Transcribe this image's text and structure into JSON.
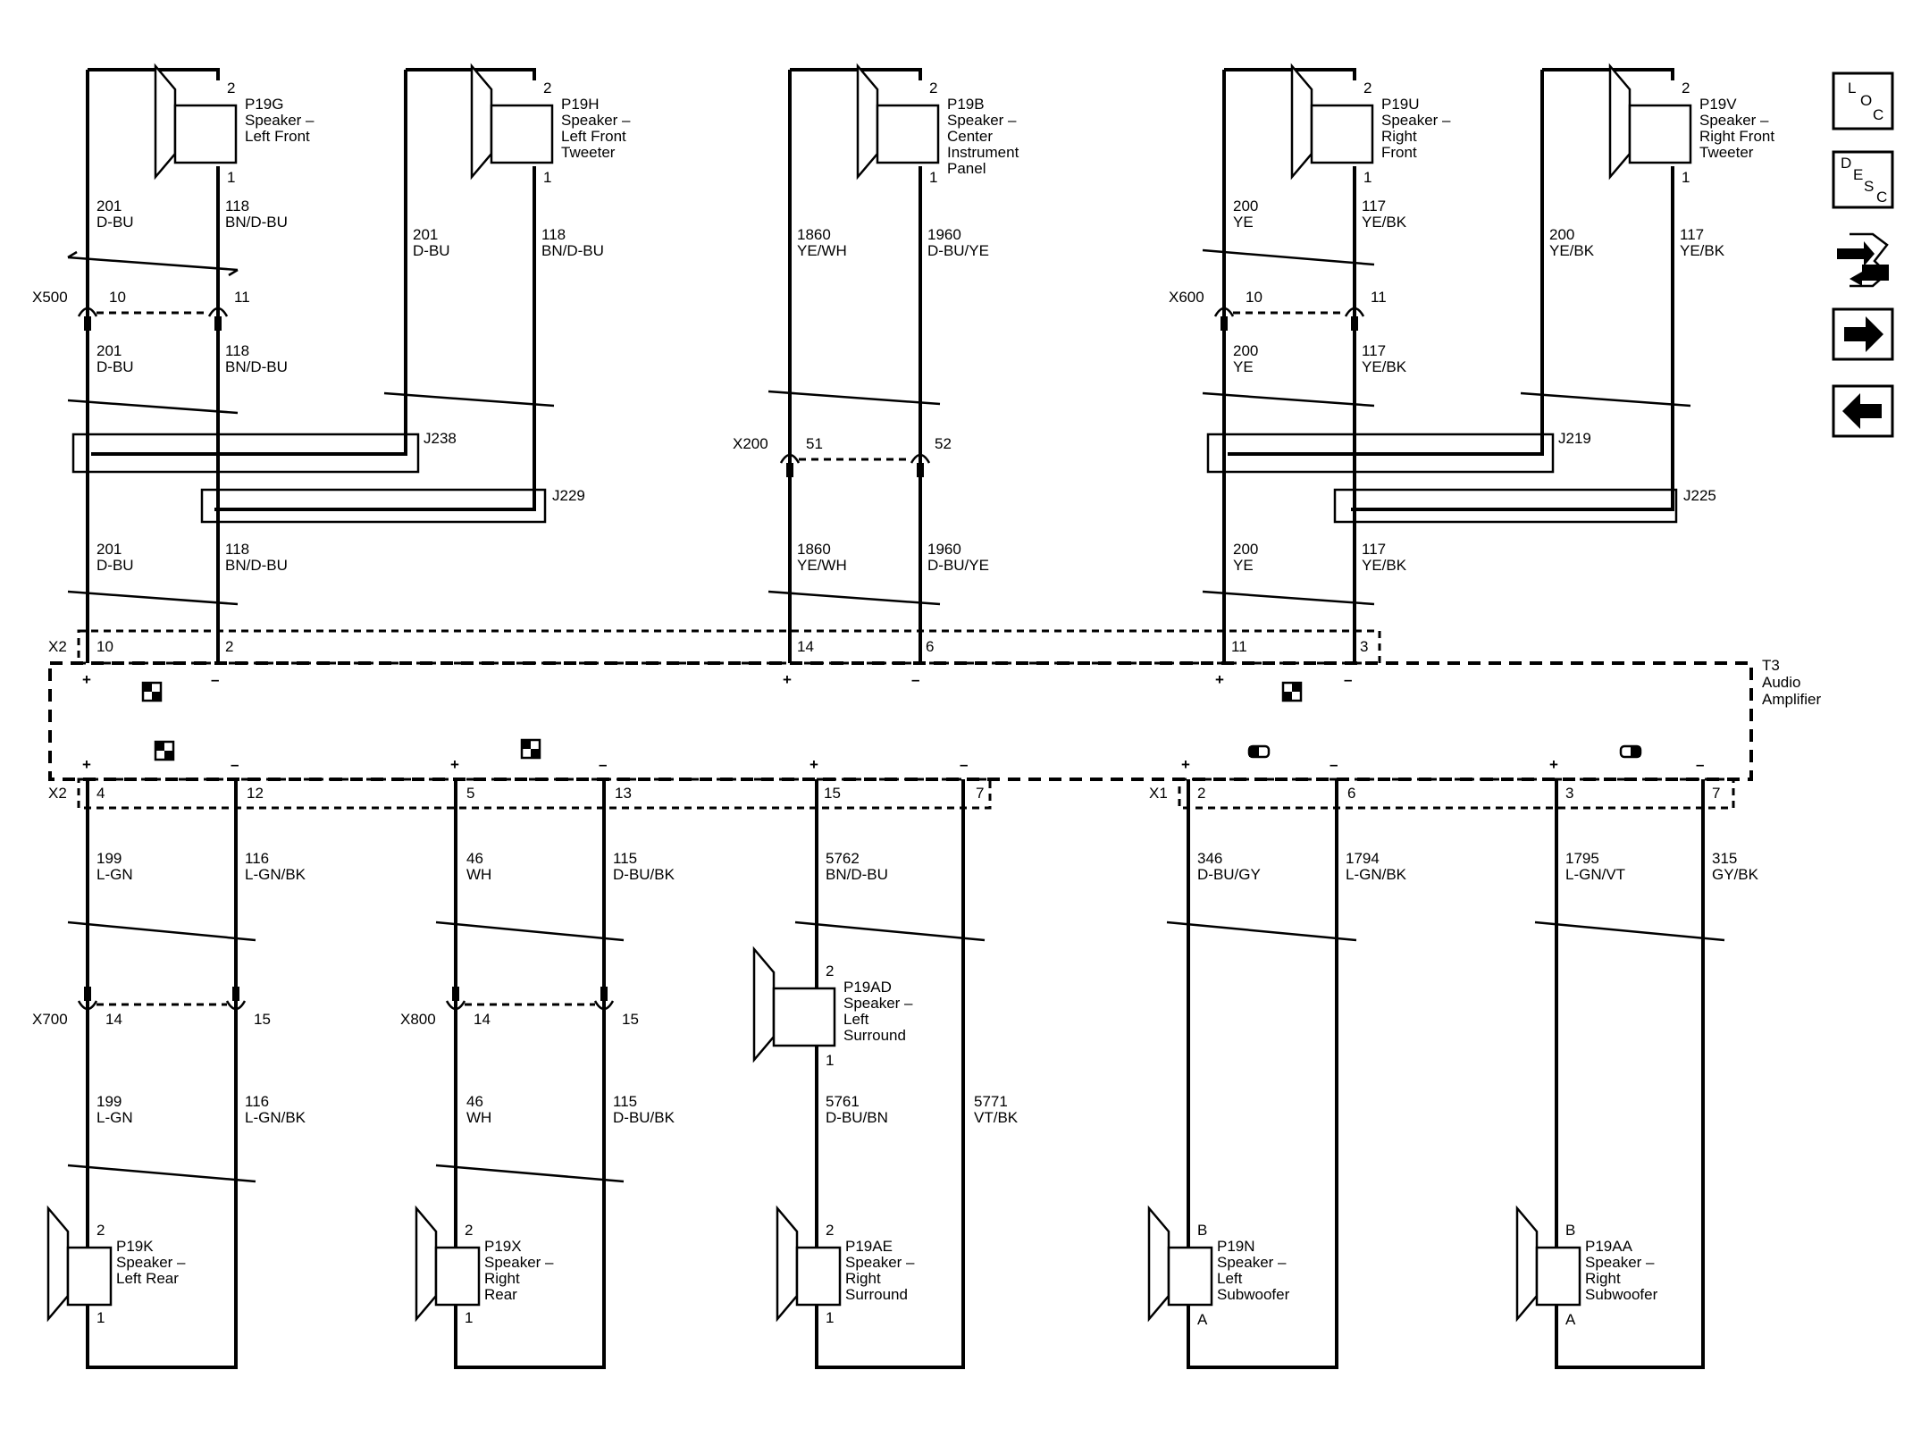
{
  "nav": {
    "loc_letters": [
      "L",
      "O",
      "C"
    ],
    "desc_letters": [
      "D",
      "E",
      "S",
      "C"
    ],
    "icons": [
      "loc-icon",
      "desc-icon",
      "connector-swap-icon",
      "arrow-right-icon",
      "arrow-left-icon"
    ]
  },
  "amplifier": {
    "ref": "T3",
    "name_line1": "Audio",
    "name_line2": "Amplifier"
  },
  "connectors": {
    "x2_top": "X2",
    "x2_bottom": "X2",
    "x1": "X1",
    "x500": "X500",
    "x600": "X600",
    "x200": "X200",
    "x700": "X700",
    "x800": "X800",
    "j238": "J238",
    "j229": "J229",
    "j219": "J219",
    "j225": "J225"
  },
  "pins": {
    "x2_top": [
      "10",
      "2",
      "14",
      "6",
      "11",
      "3"
    ],
    "x2_bottom": [
      "4",
      "12",
      "5",
      "13",
      "15",
      "7"
    ],
    "x1": [
      "2",
      "6",
      "3",
      "7"
    ],
    "x500": [
      "10",
      "11"
    ],
    "x600": [
      "10",
      "11"
    ],
    "x200": [
      "51",
      "52"
    ],
    "x700": [
      "14",
      "15"
    ],
    "x800": [
      "14",
      "15"
    ]
  },
  "polarity": {
    "plus": "+",
    "minus": "–"
  },
  "speakers": {
    "p19g": {
      "ref": "P19G",
      "l1": "Speaker –",
      "l2": "Left Front",
      "l3": "",
      "pin_top": "2",
      "pin_bottom": "1"
    },
    "p19h": {
      "ref": "P19H",
      "l1": "Speaker –",
      "l2": "Left Front",
      "l3": "Tweeter",
      "pin_top": "2",
      "pin_bottom": "1"
    },
    "p19b": {
      "ref": "P19B",
      "l1": "Speaker –",
      "l2": "Center",
      "l3": "Instrument",
      "l4": "Panel",
      "pin_top": "2",
      "pin_bottom": "1"
    },
    "p19u": {
      "ref": "P19U",
      "l1": "Speaker –",
      "l2": "Right",
      "l3": "Front",
      "pin_top": "2",
      "pin_bottom": "1"
    },
    "p19v": {
      "ref": "P19V",
      "l1": "Speaker –",
      "l2": "Right Front",
      "l3": "Tweeter",
      "pin_top": "2",
      "pin_bottom": "1"
    },
    "p19ad": {
      "ref": "P19AD",
      "l1": "Speaker –",
      "l2": "Left",
      "l3": "Surround",
      "pin_top": "2",
      "pin_bottom": "1"
    },
    "p19k": {
      "ref": "P19K",
      "l1": "Speaker –",
      "l2": "Left Rear",
      "pin_top": "2",
      "pin_bottom": "1"
    },
    "p19x": {
      "ref": "P19X",
      "l1": "Speaker –",
      "l2": "Right",
      "l3": "Rear",
      "pin_top": "2",
      "pin_bottom": "1"
    },
    "p19ae": {
      "ref": "P19AE",
      "l1": "Speaker –",
      "l2": "Right",
      "l3": "Surround",
      "pin_top": "2",
      "pin_bottom": "1"
    },
    "p19n": {
      "ref": "P19N",
      "l1": "Speaker –",
      "l2": "Left",
      "l3": "Subwoofer",
      "pin_top": "B",
      "pin_bottom": "A"
    },
    "p19aa": {
      "ref": "P19AA",
      "l1": "Speaker –",
      "l2": "Right",
      "l3": "Subwoofer",
      "pin_top": "B",
      "pin_bottom": "A"
    }
  },
  "wires": {
    "w201": {
      "circuit": "201",
      "color": "D-BU"
    },
    "w118": {
      "circuit": "118",
      "color": "BN/D-BU"
    },
    "w1860": {
      "circuit": "1860",
      "color": "YE/WH"
    },
    "w1960": {
      "circuit": "1960",
      "color": "D-BU/YE"
    },
    "w200": {
      "circuit": "200",
      "color": "YE"
    },
    "w117": {
      "circuit": "117",
      "color": "YE/BK"
    },
    "w200b": {
      "circuit": "200",
      "color": "YE/BK"
    },
    "w199": {
      "circuit": "199",
      "color": "L-GN"
    },
    "w116": {
      "circuit": "116",
      "color": "L-GN/BK"
    },
    "w46": {
      "circuit": "46",
      "color": "WH"
    },
    "w115": {
      "circuit": "115",
      "color": "D-BU/BK"
    },
    "w5762": {
      "circuit": "5762",
      "color": "BN/D-BU"
    },
    "w5761": {
      "circuit": "5761",
      "color": "D-BU/BN"
    },
    "w5771": {
      "circuit": "5771",
      "color": "VT/BK"
    },
    "w346": {
      "circuit": "346",
      "color": "D-BU/GY"
    },
    "w1794": {
      "circuit": "1794",
      "color": "L-GN/BK"
    },
    "w1795": {
      "circuit": "1795",
      "color": "L-GN/VT"
    },
    "w315": {
      "circuit": "315",
      "color": "GY/BK"
    }
  }
}
